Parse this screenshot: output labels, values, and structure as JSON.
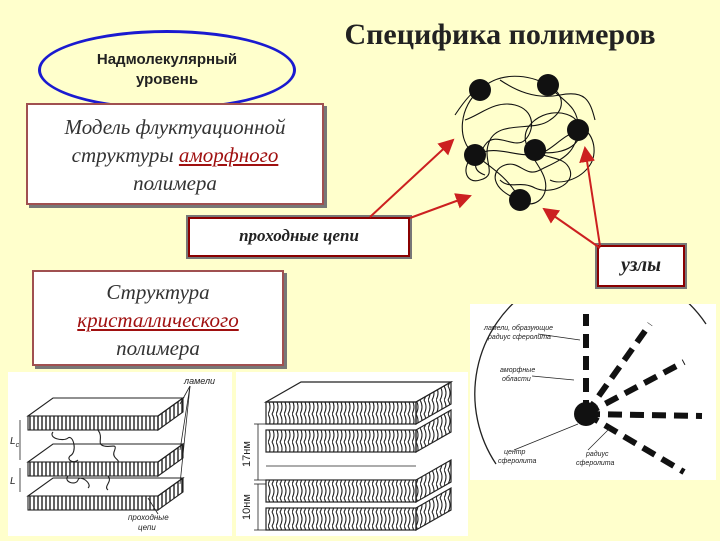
{
  "title": "Специфика полимеров",
  "level_label": "Надмолекулярный уровень",
  "amorphous_box": {
    "line1": "Модель флуктуационной",
    "line2_prefix": "структуры ",
    "line2_underlined": "аморфного",
    "line3": "полимера"
  },
  "crystalline_box": {
    "line1": "Структура",
    "line2_underlined": "кристаллического",
    "line3": "полимера"
  },
  "pass_chains_label": "проходные цепи",
  "nodes_label": "узлы",
  "lamella_diagram": {
    "lamellae_label": "ламели",
    "lc_label": "L",
    "lc_sub": "c",
    "l_label": "L",
    "pass_chains_label_l1": "проходные",
    "pass_chains_label_l2": "цепи"
  },
  "spacing_diagram": {
    "top_label": "17нм",
    "bottom_label": "10нм"
  },
  "spherulite_diagram": {
    "label_lamella_l1": "ламели, образующие",
    "label_lamella_l2": "радиус сферолита",
    "label_amorphous_l1": "аморфные",
    "label_amorphous_l2": "области",
    "label_center_l1": "центр",
    "label_center_l2": "сферолита",
    "label_radius_l1": "радиус",
    "label_radius_l2": "сферолита"
  },
  "colors": {
    "background": "#ffffcc",
    "ellipse_border": "#1a1ad0",
    "box_border": "#a05050",
    "accent_red": "#cc2020"
  }
}
